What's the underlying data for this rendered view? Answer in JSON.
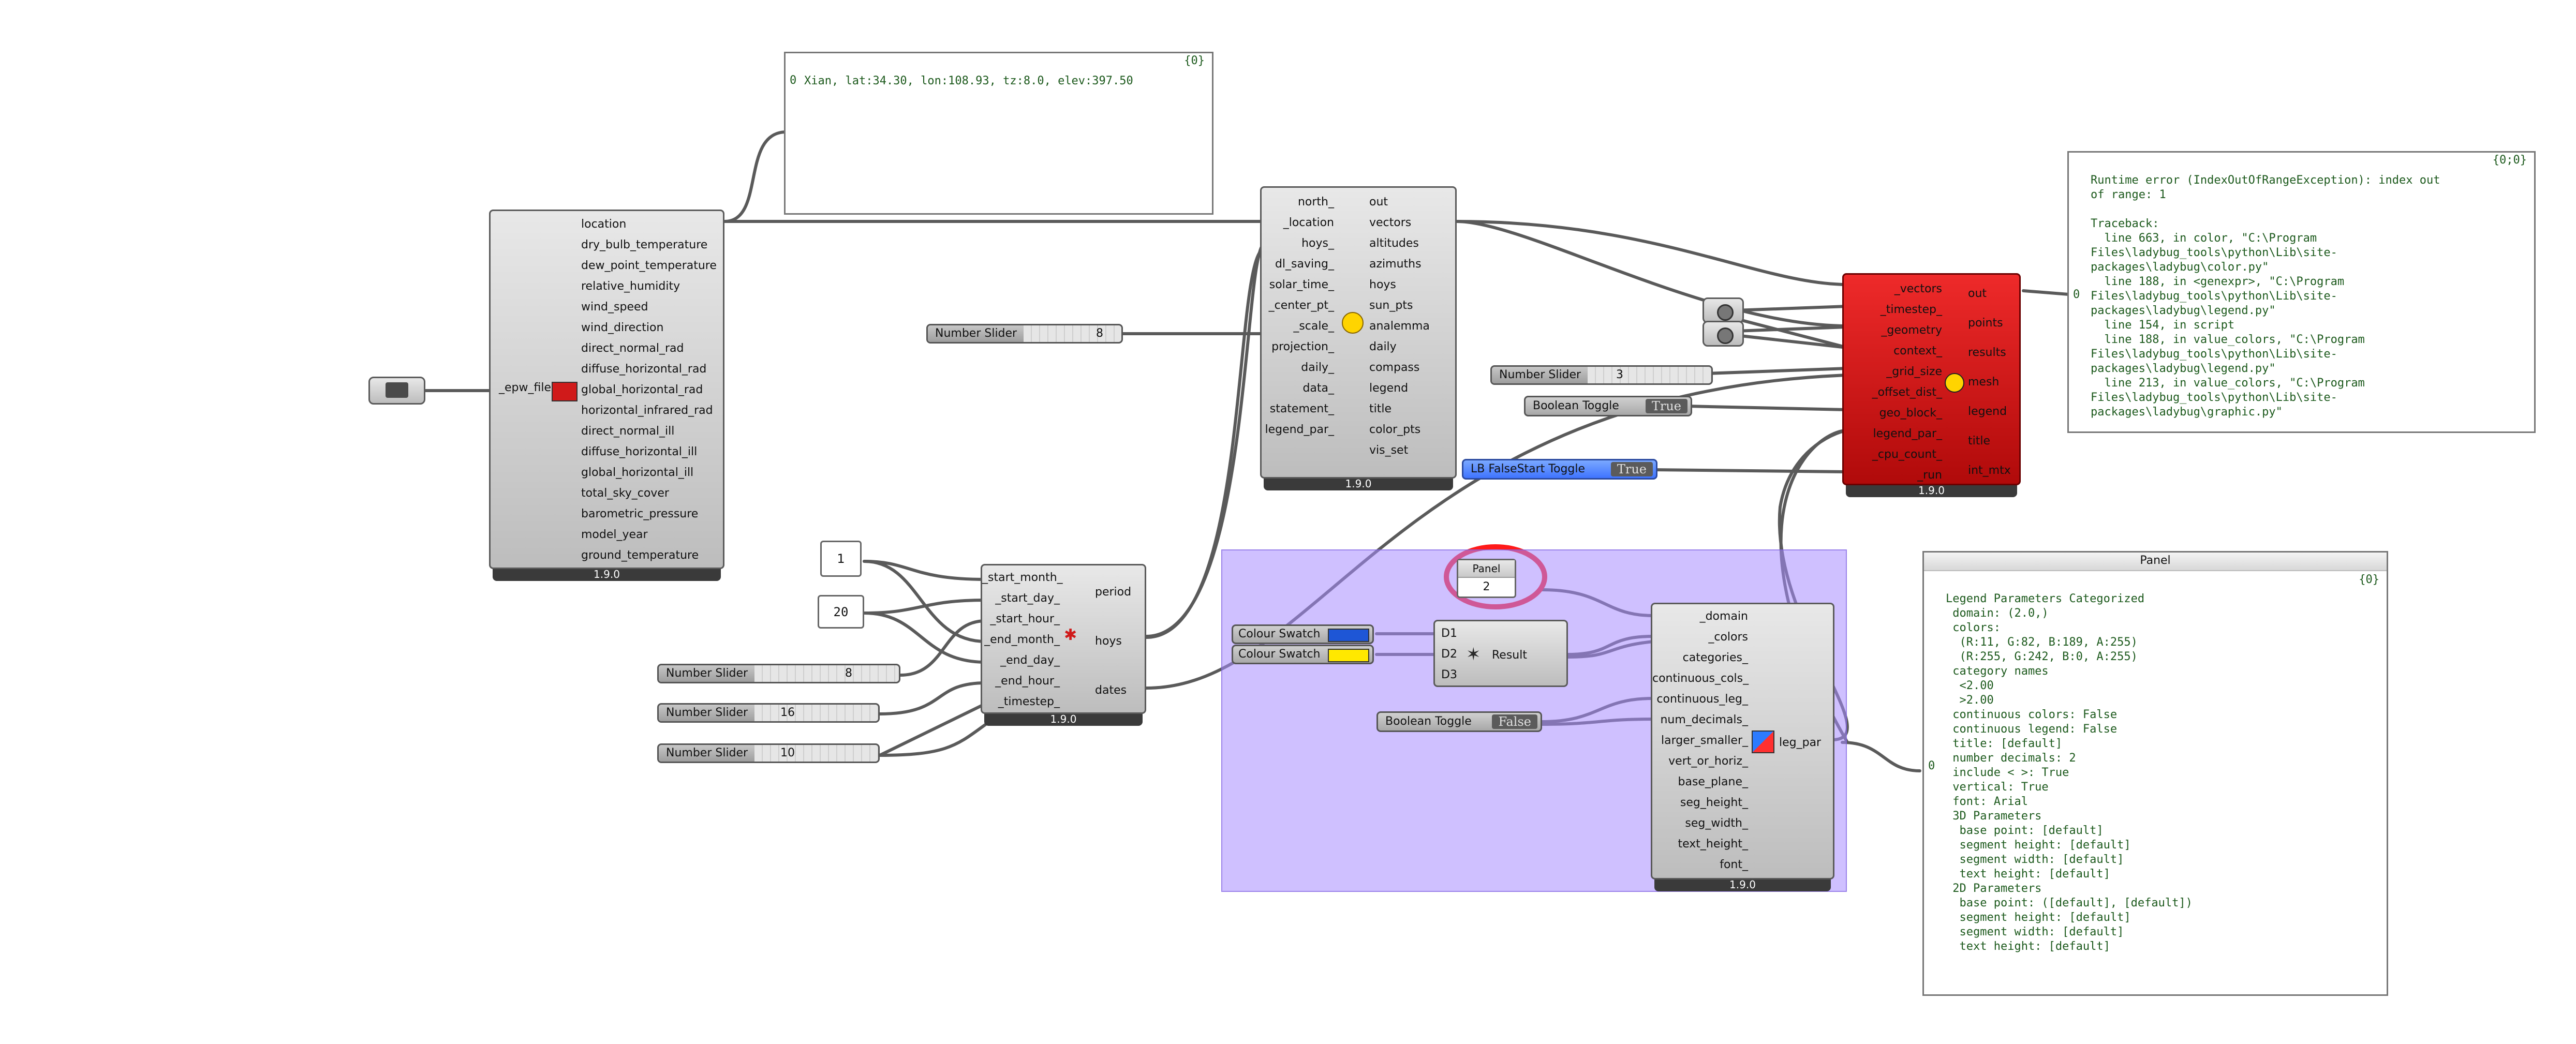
{
  "colors": {
    "group": "#b39dff",
    "red_component": "#e31b1b",
    "swatch_blue": "#1e56d6",
    "swatch_yellow": "#ffe800",
    "panel_text": "#1d5a1d",
    "annotation": "#ff1a1a"
  },
  "file_path_param": {
    "icon": "file-path-icon"
  },
  "import_epw": {
    "input": "_epw_file",
    "outputs": [
      "location",
      "dry_bulb_temperature",
      "dew_point_temperature",
      "relative_humidity",
      "wind_speed",
      "wind_direction",
      "direct_normal_rad",
      "diffuse_horizontal_rad",
      "global_horizontal_rad",
      "horizontal_infrared_rad",
      "direct_normal_ill",
      "diffuse_horizontal_ill",
      "global_horizontal_ill",
      "total_sky_cover",
      "barometric_pressure",
      "model_year",
      "ground_temperature"
    ],
    "version": "1.9.0"
  },
  "location_panel": {
    "count": "{0}",
    "row_index": "0",
    "text": "Xian, lat:34.30, lon:108.93, tz:8.0, elev:397.50"
  },
  "sunpath": {
    "inputs": [
      "north_",
      "_location",
      "hoys_",
      "dl_saving_",
      "solar_time_",
      "_center_pt_",
      "_scale_",
      "projection_",
      "daily_",
      "data_",
      "statement_",
      "legend_par_"
    ],
    "outputs": [
      "out",
      "vectors",
      "altitudes",
      "azimuths",
      "hoys",
      "sun_pts",
      "analemma",
      "daily",
      "compass",
      "legend",
      "title",
      "color_pts",
      "vis_set"
    ],
    "version": "1.9.0"
  },
  "slider_sunpath": {
    "label": "Number Slider",
    "value": "8"
  },
  "radiation": {
    "inputs": [
      "_vectors",
      "_timestep_",
      "_geometry",
      "context_",
      "_grid_size",
      "_offset_dist_",
      "geo_block_",
      "legend_par_",
      "_cpu_count_",
      "_run"
    ],
    "outputs": [
      "out",
      "points",
      "results",
      "mesh",
      "legend",
      "title",
      "int_mtx"
    ],
    "version": "1.9.0"
  },
  "slider_grid": {
    "label": "Number Slider",
    "value": "3"
  },
  "toggle_geo": {
    "label": "Boolean Toggle",
    "value": "True"
  },
  "toggle_run": {
    "label": "LB FalseStart Toggle",
    "value": "True"
  },
  "error_panel": {
    "count": "{0;0}",
    "row_index": "0",
    "text": "Runtime error (IndexOutOfRangeException): index out\nof range: 1\n\nTraceback:\n  line 663, in color, \"C:\\Program\nFiles\\ladybug_tools\\python\\Lib\\site-\npackages\\ladybug\\color.py\"\n  line 188, in <genexpr>, \"C:\\Program\nFiles\\ladybug_tools\\python\\Lib\\site-\npackages\\ladybug\\legend.py\"\n  line 154, in script\n  line 188, in value_colors, \"C:\\Program\nFiles\\ladybug_tools\\python\\Lib\\site-\npackages\\ladybug\\legend.py\"\n  line 213, in value_colors, \"C:\\Program\nFiles\\ladybug_tools\\python\\Lib\\site-\npackages\\ladybug\\graphic.py\""
  },
  "panel_start_month": {
    "value": "1"
  },
  "panel_end_month": {
    "value": "20"
  },
  "slider_hour": {
    "label": "Number Slider",
    "value": "8"
  },
  "slider_day": {
    "label": "Number Slider",
    "value": "16"
  },
  "slider_endhour": {
    "label": "Number Slider",
    "value": "10"
  },
  "analysis_period": {
    "inputs": [
      "_start_month_",
      "_start_day_",
      "_start_hour_",
      "_end_month_",
      "_end_day_",
      "_end_hour_",
      "_timestep_"
    ],
    "outputs": [
      "period",
      "hoys",
      "dates"
    ],
    "version": "1.9.0"
  },
  "swatch1": {
    "label": "Colour Swatch"
  },
  "swatch2": {
    "label": "Colour Swatch"
  },
  "domain_panel": {
    "title": "Panel",
    "value": "2"
  },
  "merge": {
    "inputs": [
      "D1",
      "D2",
      "D3"
    ],
    "output": "Result"
  },
  "toggle_cont": {
    "label": "Boolean Toggle",
    "value": "False"
  },
  "legend_par": {
    "inputs": [
      "_domain",
      "_colors",
      "categories_",
      "continuous_cols_",
      "continuous_leg_",
      "num_decimals_",
      "larger_smaller_",
      "vert_or_horiz_",
      "base_plane_",
      "seg_height_",
      "seg_width_",
      "text_height_",
      "font_"
    ],
    "output": "leg_par",
    "version": "1.9.0"
  },
  "legend_panel": {
    "title": "Panel",
    "count": "{0}",
    "row_index": "0",
    "text": "Legend Parameters Categorized\n domain: (2.0,)\n colors:\n  (R:11, G:82, B:189, A:255)\n  (R:255, G:242, B:0, A:255)\n category names\n  <2.00\n  >2.00\n continuous colors: False\n continuous legend: False\n title: [default]\n number decimals: 2\n include < >: True\n vertical: True\n font: Arial\n 3D Parameters\n  base point: [default]\n  segment height: [default]\n  segment width: [default]\n  text height: [default]\n 2D Parameters\n  base point: ([default], [default])\n  segment height: [default]\n  segment width: [default]\n  text height: [default]"
  }
}
